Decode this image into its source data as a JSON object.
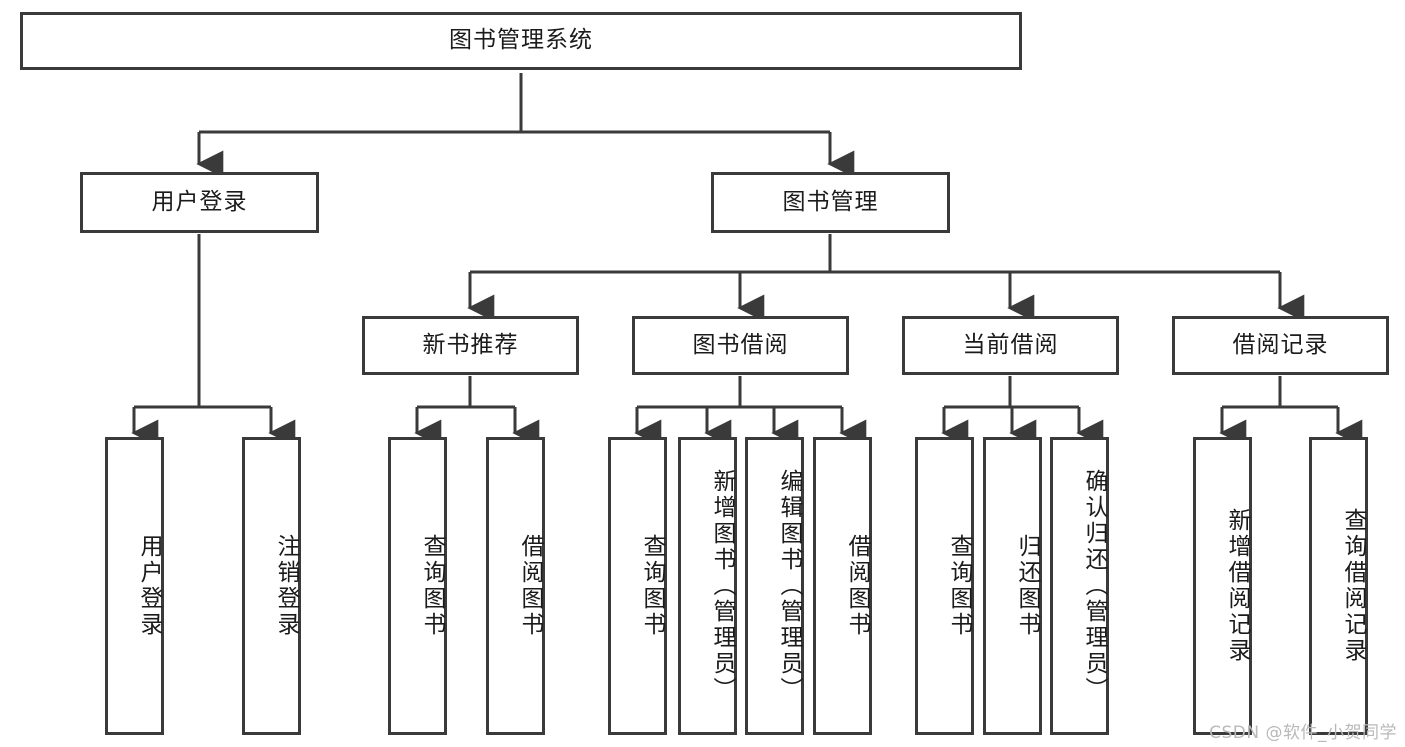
{
  "diagram": {
    "title": "图书管理系统",
    "type": "tree-hierarchy-chart",
    "watermark": "CSDN @软件_小贺同学",
    "colors": {
      "box_border": "#3a3a3a",
      "box_fill": "#ffffff",
      "edge": "#3a3a3a",
      "text": "#1b1b1b",
      "watermark": "#b9b9b9",
      "background": "#ffffff"
    },
    "root": {
      "id": "root",
      "label": "图书管理系统",
      "orientation": "horizontal"
    },
    "level1": [
      {
        "id": "user-login",
        "label": "用户登录",
        "orientation": "horizontal"
      },
      {
        "id": "book-manage",
        "label": "图书管理",
        "orientation": "horizontal"
      }
    ],
    "level2": [
      {
        "id": "new-book-recommend",
        "label": "新书推荐",
        "orientation": "horizontal",
        "parent": "book-manage"
      },
      {
        "id": "book-borrow",
        "label": "图书借阅",
        "orientation": "horizontal",
        "parent": "book-manage"
      },
      {
        "id": "current-borrow",
        "label": "当前借阅",
        "orientation": "horizontal",
        "parent": "book-manage"
      },
      {
        "id": "borrow-record",
        "label": "借阅记录",
        "orientation": "horizontal",
        "parent": "book-manage"
      }
    ],
    "leaves": [
      {
        "id": "leaf-user-login",
        "label": "用户登录",
        "orientation": "vertical",
        "parent": "user-login"
      },
      {
        "id": "leaf-logout-login",
        "label": "注销登录",
        "orientation": "vertical",
        "parent": "user-login"
      },
      {
        "id": "leaf-query-book-1",
        "label": "查询图书",
        "orientation": "vertical",
        "parent": "new-book-recommend"
      },
      {
        "id": "leaf-borrow-book-1",
        "label": "借阅图书",
        "orientation": "vertical",
        "parent": "new-book-recommend"
      },
      {
        "id": "leaf-query-book-2",
        "label": "查询图书",
        "orientation": "vertical",
        "parent": "book-borrow"
      },
      {
        "id": "leaf-add-book-admin",
        "label": "新增图书（管理员）",
        "orientation": "vertical",
        "parent": "book-borrow"
      },
      {
        "id": "leaf-edit-book-admin",
        "label": "编辑图书（管理员）",
        "orientation": "vertical",
        "parent": "book-borrow"
      },
      {
        "id": "leaf-borrow-book-2",
        "label": "借阅图书",
        "orientation": "vertical",
        "parent": "book-borrow"
      },
      {
        "id": "leaf-query-book-3",
        "label": "查询图书",
        "orientation": "vertical",
        "parent": "current-borrow"
      },
      {
        "id": "leaf-return-book",
        "label": "归还图书",
        "orientation": "vertical",
        "parent": "current-borrow"
      },
      {
        "id": "leaf-confirm-return-admin",
        "label": "确认归还（管理员）",
        "orientation": "vertical",
        "parent": "current-borrow"
      },
      {
        "id": "leaf-add-borrow-record",
        "label": "新增借阅记录",
        "orientation": "vertical",
        "parent": "borrow-record"
      },
      {
        "id": "leaf-query-borrow-record",
        "label": "查询借阅记录",
        "orientation": "vertical",
        "parent": "borrow-record"
      }
    ]
  }
}
